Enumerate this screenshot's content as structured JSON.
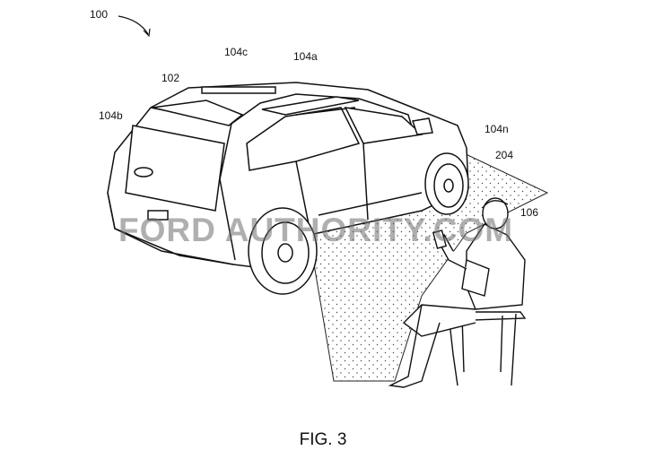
{
  "figure": {
    "caption": "FIG. 3",
    "reference_numerals": {
      "system": "100",
      "vehicle": "102",
      "light_top": "104c",
      "light_side": "104a",
      "light_rear": "104b",
      "light_front": "104n",
      "light_region": "204",
      "user": "106"
    }
  },
  "watermark": "FORD AUTHORITY.COM"
}
